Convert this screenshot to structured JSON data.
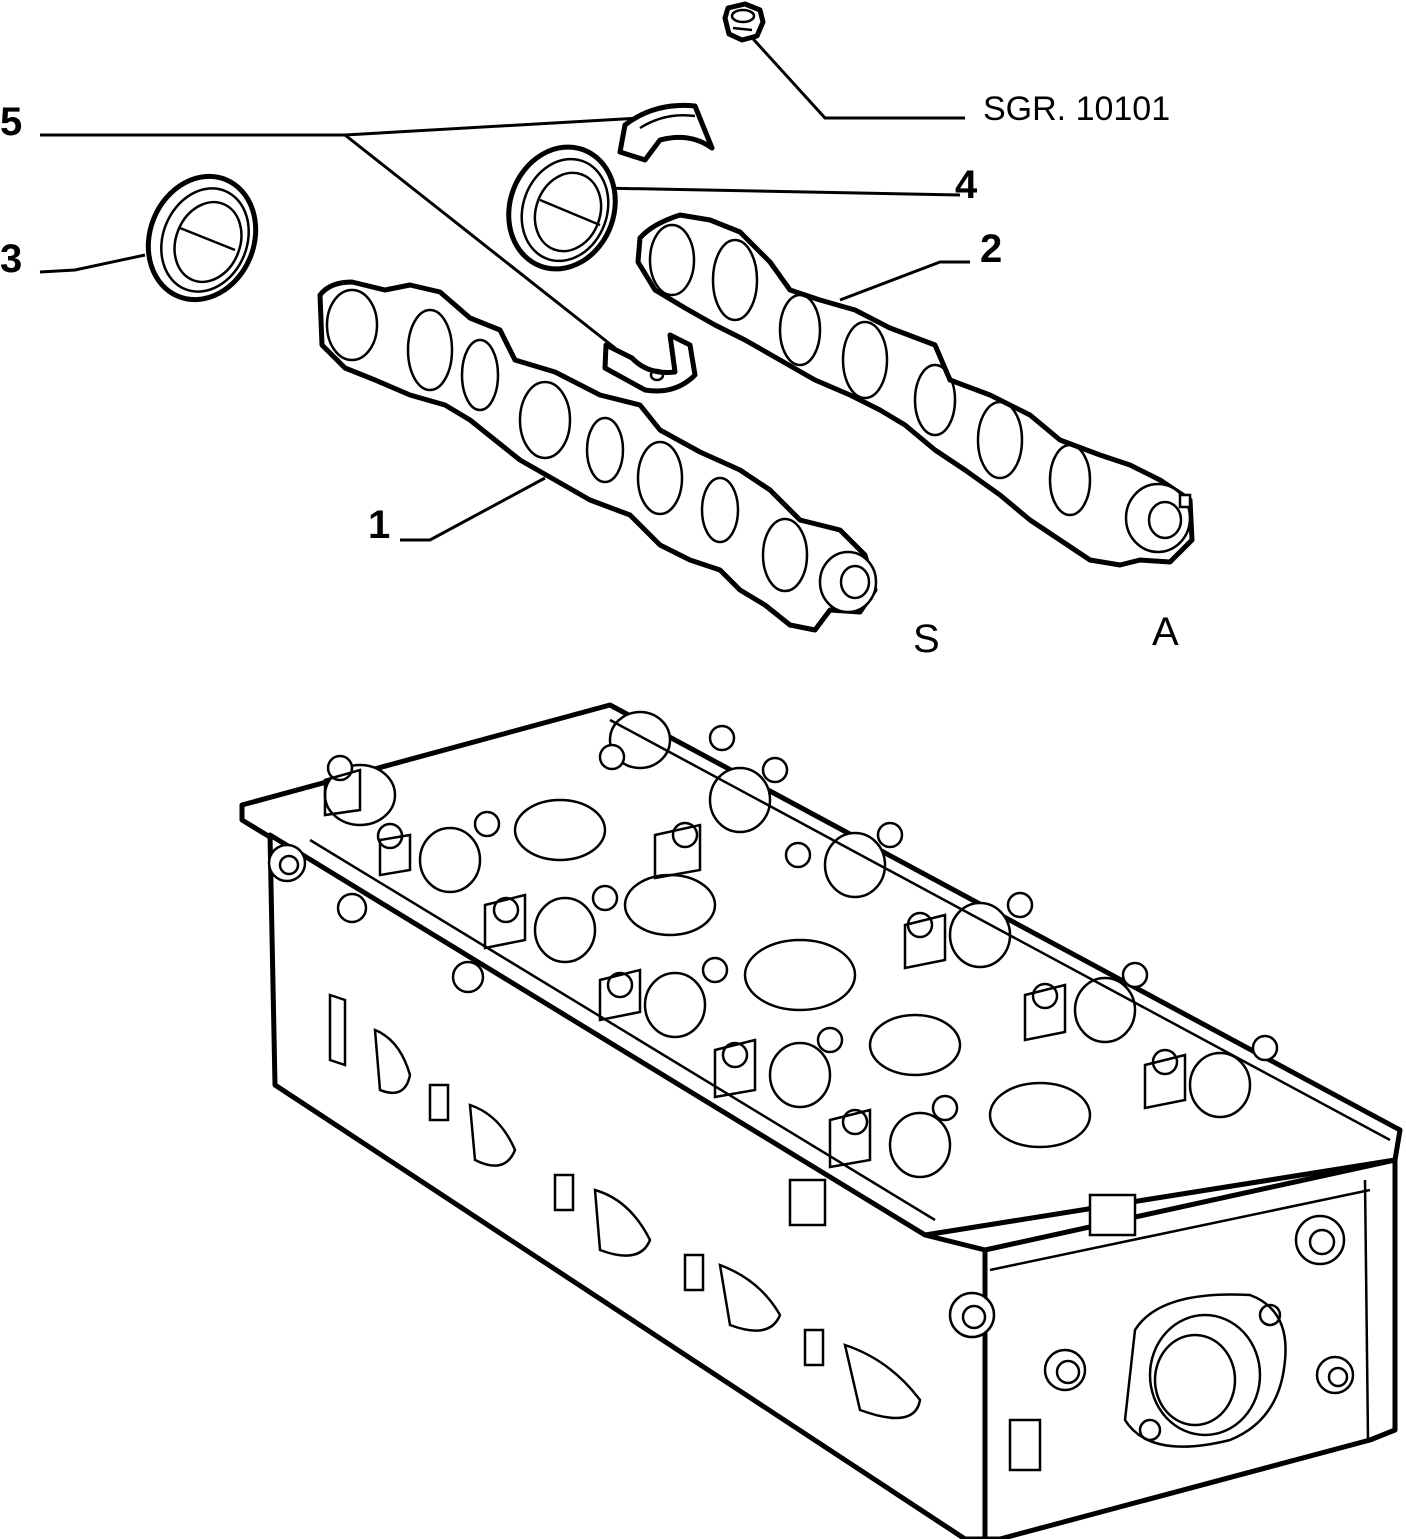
{
  "callouts": {
    "c1": "1",
    "c2": "2",
    "c3": "3",
    "c4": "4",
    "c5": "5"
  },
  "reference": "SGR. 10101",
  "sides": {
    "exhaust": "S",
    "intake": "A"
  },
  "colors": {
    "line": "#000000",
    "background": "#ffffff"
  }
}
